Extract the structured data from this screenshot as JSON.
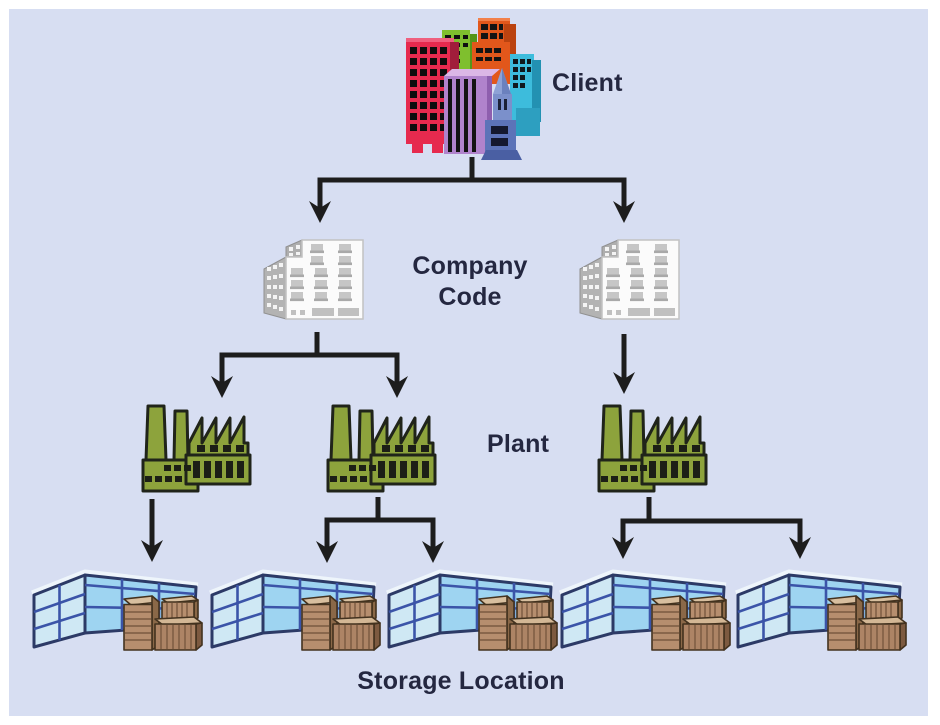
{
  "figure": {
    "type": "organizational-hierarchy-diagram",
    "labels": {
      "client": "Client",
      "company_code_line1": "Company",
      "company_code_line2": "Code",
      "company_code": "Company Code",
      "plant": "Plant",
      "storage_location": "Storage Location"
    },
    "levels": [
      {
        "name": "client",
        "label": "Client",
        "count": 1,
        "icon": "city-buildings"
      },
      {
        "name": "company-code",
        "label": "Company Code",
        "count": 2,
        "icon": "office-building"
      },
      {
        "name": "plant",
        "label": "Plant",
        "count": 3,
        "icon": "factory"
      },
      {
        "name": "storage-location",
        "label": "Storage Location",
        "count": 5,
        "icon": "warehouse-with-crates"
      }
    ],
    "edges": [
      {
        "from": "client",
        "to": "company-code-1"
      },
      {
        "from": "client",
        "to": "company-code-2"
      },
      {
        "from": "company-code-1",
        "to": "plant-1"
      },
      {
        "from": "company-code-1",
        "to": "plant-2"
      },
      {
        "from": "company-code-2",
        "to": "plant-3"
      },
      {
        "from": "plant-1",
        "to": "storage-location-1"
      },
      {
        "from": "plant-2",
        "to": "storage-location-2"
      },
      {
        "from": "plant-2",
        "to": "storage-location-3"
      },
      {
        "from": "plant-3",
        "to": "storage-location-4"
      },
      {
        "from": "plant-3",
        "to": "storage-location-5"
      }
    ],
    "colors": {
      "background": "#d7def2",
      "arrow": "#1d1d1d",
      "text": "#242740",
      "plant_green": "#8da33c",
      "company_white": "#fbfbfb",
      "warehouse_blue_light": "#cfe8f4",
      "warehouse_blue_bright": "#9ed4f1",
      "warehouse_frame": "#3b54a8",
      "crate_brown": "#b68e6e"
    }
  }
}
